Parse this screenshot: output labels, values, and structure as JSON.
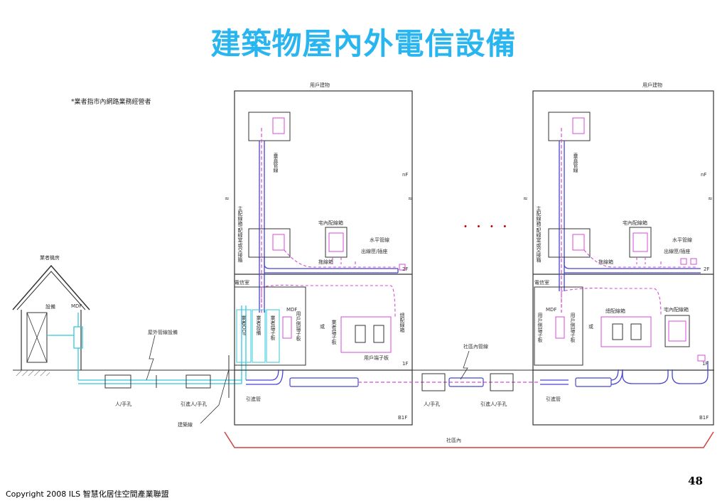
{
  "title": "建築物屋內外電信設備",
  "page_number": "48",
  "copyright": "Copyright 2008 ILS 智慧化居住空間產業聯盟",
  "colors": {
    "title": "#29b6f0",
    "cyan": "#34c8dc",
    "magenta": "#d94ad9",
    "blue": "#4646d2",
    "line": "#333333"
  },
  "diagram": {
    "note": "*業者指市內網路業務經營者",
    "provider_building": "業者機房",
    "equipment": "設備",
    "mdf_left": "MDF",
    "outdoor_conduit": "屋外管線設備",
    "manhole_1": "人/手孔",
    "lead_in_manhole_1": "引進人/手孔",
    "building_line": "建築線",
    "lead_in_pipe_1": "引進管",
    "lead_in_pipe_2": "引進管",
    "community_conduit": "社區內管線",
    "manhole_2": "人/手孔",
    "lead_in_manhole_2": "引進人/手孔",
    "community_inner": "社區內",
    "user_building_1": "用戶建物",
    "user_building_2": "用戶建物",
    "vertical_conduit_1": "垂直管線",
    "vertical_conduit_2": "垂直管線",
    "floor_nf_1": "nF",
    "floor_nf_2": "nF",
    "main_box_1": "主配線箱/配線室或交接箱",
    "main_box_2": "主配線箱/配線室或交接箱",
    "home_dist_box_1": "宅內配線箱",
    "home_dist_box_2": "宅內配線箱",
    "home_dist_box_3": "宅內配線箱",
    "horizontal_1": "水平管線",
    "horizontal_2": "水平管線",
    "outlet_1": "出線匣/插座",
    "outlet_2": "出線匣/插座",
    "pull_box_1": "拖線箱",
    "pull_box_2": "拖線箱",
    "floor_2f_1": "2F",
    "floor_2f_2": "2F",
    "telecom_room_1": "電信室",
    "telecom_room_2": "電信室",
    "provider_odf": "業者ODF",
    "provider_equipment": "業者設備",
    "provider_terminal_1": "業者端子板",
    "mdf_1": "MDF",
    "mdf_2": "MDF",
    "user_side_terminal_1": "用戶側端子板",
    "user_side_terminal_2": "用戶側端子板",
    "user_side_terminal_3": "用戶側端子板",
    "or_1": "或",
    "or_2": "或",
    "provider_terminal_2": "業者端子板",
    "user_terminal": "用戶端子板",
    "general_box_1": "總配線箱",
    "general_box_2": "總配線箱",
    "floor_1f_1": "1F",
    "floor_1f_2": "1F",
    "floor_b1f_1": "B1F",
    "floor_b1f_2": "B1F",
    "ellipsis": "・ ・ ・ ・"
  }
}
